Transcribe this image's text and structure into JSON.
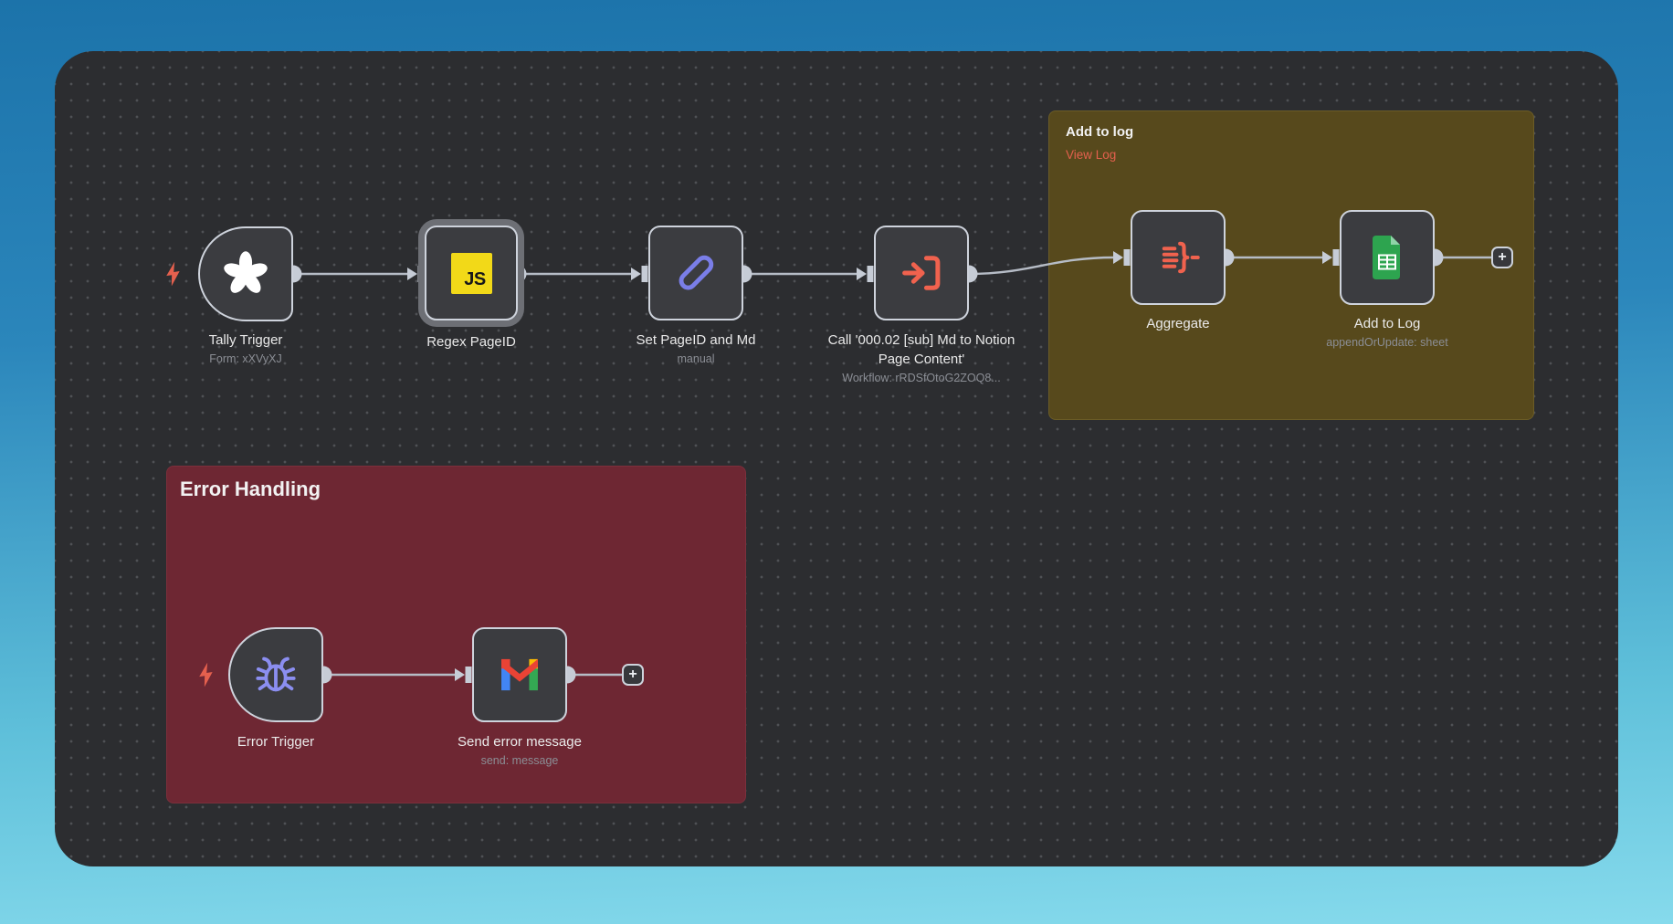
{
  "app": "workflow-editor-canvas",
  "groups": {
    "add_to_log": {
      "title": "Add to log",
      "link": "View Log",
      "bg": "#57491c"
    },
    "error_handling": {
      "title": "Error Handling",
      "bg": "#6e2733"
    }
  },
  "nodes": {
    "tally_trigger": {
      "label": "Tally Trigger",
      "sublabel": "Form: xXVyXJ",
      "icon": "tally-asterisk",
      "type": "trigger"
    },
    "regex_pageid": {
      "label": "Regex PageID",
      "icon": "javascript-code",
      "icon_text": "JS",
      "selected": true
    },
    "set_pageid": {
      "label": "Set PageID and Md",
      "sublabel": "manual",
      "icon": "pencil"
    },
    "call_subworkflow": {
      "label": "Call '000.02 [sub] Md to Notion Page Content'",
      "sublabel": "Workflow: rRDSfOtoG2ZOQ8...",
      "icon": "subworkflow-arrow"
    },
    "aggregate": {
      "label": "Aggregate",
      "icon": "aggregate"
    },
    "add_to_log": {
      "label": "Add to Log",
      "sublabel": "appendOrUpdate: sheet",
      "icon": "google-sheets"
    },
    "error_trigger": {
      "label": "Error Trigger",
      "icon": "bug",
      "type": "trigger"
    },
    "send_error": {
      "label": "Send error message",
      "sublabel": "send: message",
      "icon": "gmail"
    }
  },
  "ui": {
    "plus": "+"
  },
  "colors": {
    "canvas_bg": "#2c2d30",
    "node_bg": "#3b3c40",
    "node_border": "#ced3dc",
    "wire": "#b6bcc6",
    "accent_orange": "#e4604e",
    "js_yellow": "#f2d918",
    "icon_purple": "#8b8ef0",
    "sheets_green": "#2da44f",
    "selection_ring": "#6d6f75",
    "bg_gradient_top": "#1c73aa",
    "bg_gradient_bottom": "#86daec"
  }
}
